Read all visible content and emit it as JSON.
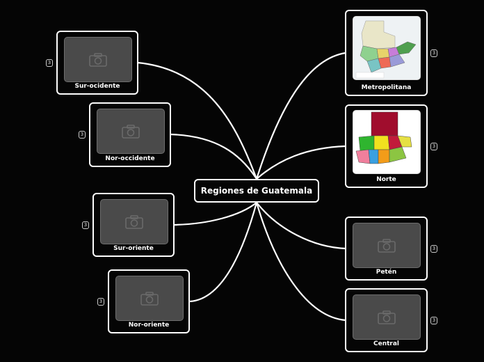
{
  "central_topic": "Regiones de Guatemala",
  "nodes": [
    {
      "label": "Sur-ocidente",
      "count": "3",
      "image": "camera-placeholder"
    },
    {
      "label": "Nor-occidente",
      "count": "3",
      "image": "camera-placeholder"
    },
    {
      "label": "Sur-oriente",
      "count": "3",
      "image": "camera-placeholder"
    },
    {
      "label": "Nor-oriente",
      "count": "3",
      "image": "camera-placeholder"
    },
    {
      "label": "Metropolitana",
      "count": "3",
      "image": "map-guatemala-departments"
    },
    {
      "label": "Norte",
      "count": "3",
      "image": "map-guatemala-regions"
    },
    {
      "label": "Petén",
      "count": "3",
      "image": "camera-placeholder"
    },
    {
      "label": "Central",
      "count": "3",
      "image": "camera-placeholder"
    }
  ],
  "colors": {
    "background": "#050505",
    "line": "#ffffff",
    "placeholder": "#4a4a4a"
  }
}
